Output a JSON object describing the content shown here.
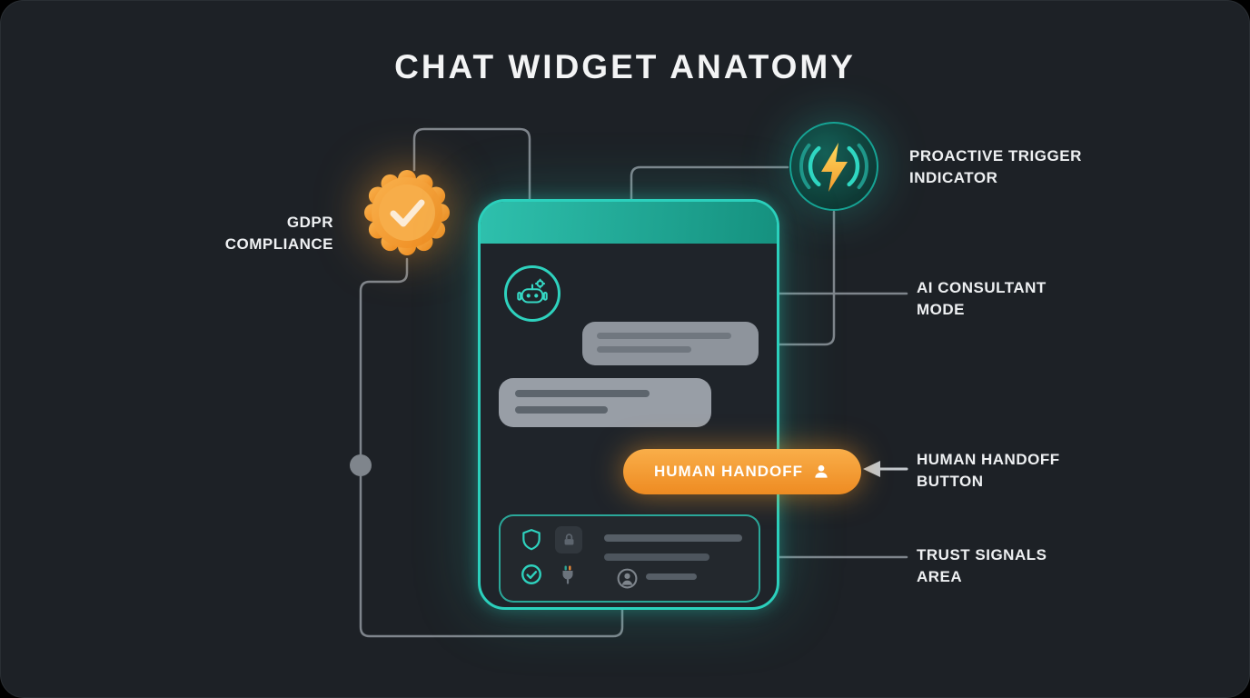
{
  "title": "CHAT WIDGET ANATOMY",
  "labels": {
    "gdpr": {
      "line1": "GDPR",
      "line2": "COMPLIANCE"
    },
    "proactive": {
      "line1": "PROACTIVE TRIGGER",
      "line2": "INDICATOR"
    },
    "ai_mode": {
      "line1": "AI CONSULTANT",
      "line2": "MODE"
    },
    "handoff": {
      "line1": "HUMAN HANDOFF",
      "line2": "BUTTON"
    },
    "trust": {
      "line1": "TRUST SIGNALS",
      "line2": "AREA"
    }
  },
  "widget": {
    "handoff_button_label": "HUMAN HANDOFF"
  },
  "icons": {
    "gdpr_badge": "check-seal",
    "proactive_trigger": "lightning-bolt-with-waves",
    "chat_avatar": "robot-with-gear",
    "handoff_button": "person",
    "trust_signals": [
      "shield",
      "lock",
      "check-circle",
      "plug",
      "user-circle"
    ]
  },
  "colors": {
    "background": "#1d2126",
    "accent_teal": "#2bd0bc",
    "accent_orange": "#f49a2d",
    "connector_gray": "#7f858c",
    "bubble_gray": "#8e949c"
  }
}
